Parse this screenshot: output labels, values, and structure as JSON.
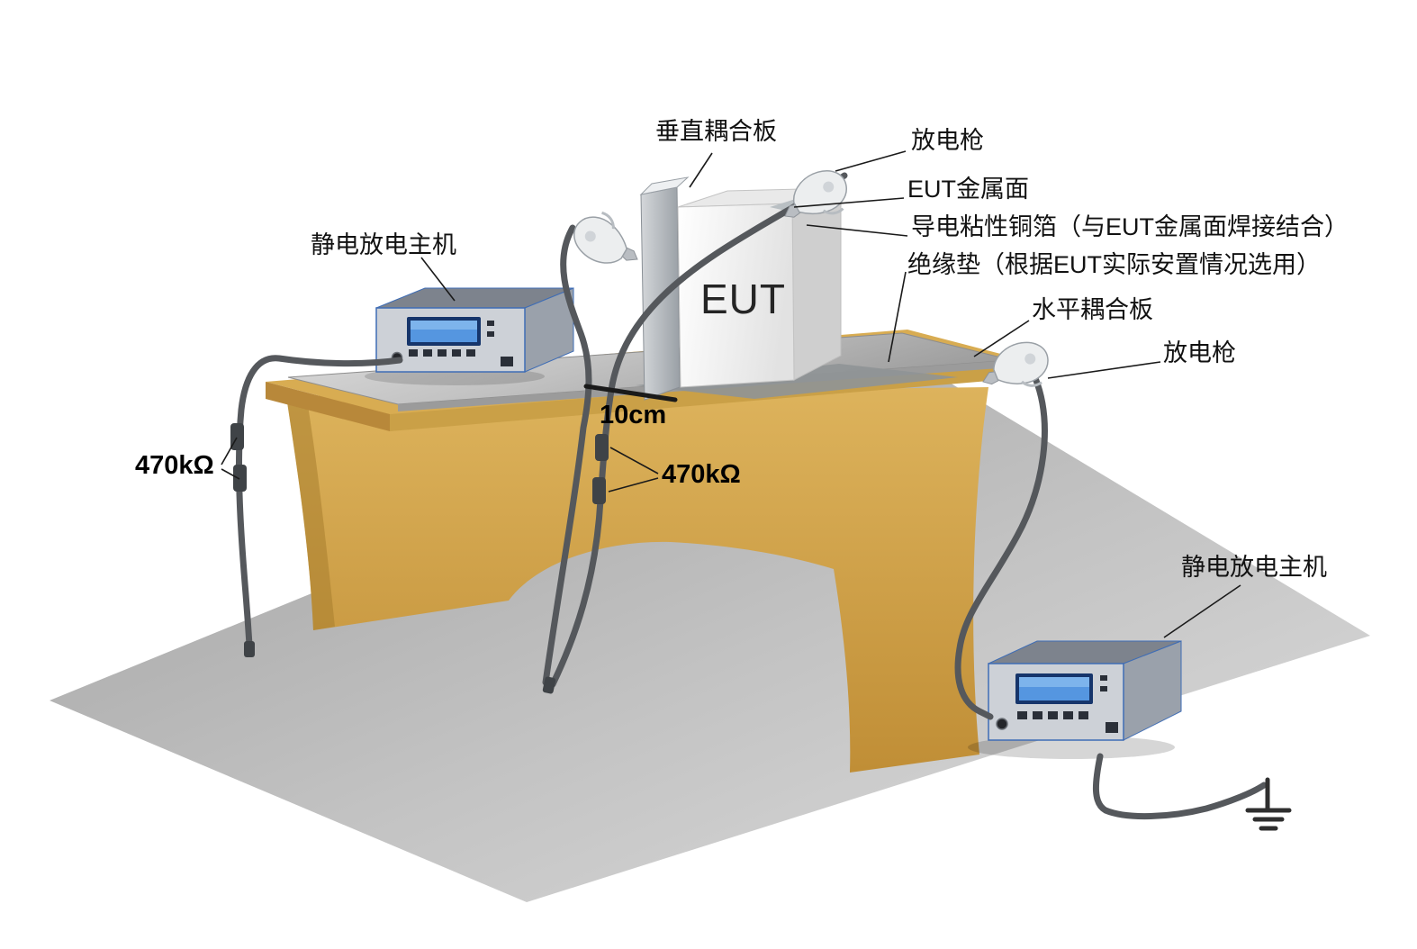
{
  "labels": {
    "vertical_coupling_plate": "垂直耦合板",
    "discharge_gun_top": "放电枪",
    "eut_metal_surface": "EUT金属面",
    "conductive_copper_foil": "导电粘性铜箔（与EUT金属面焊接结合）",
    "insulation_pad": "绝缘垫（根据EUT实际安置情况选用）",
    "esd_generator_left": "静电放电主机",
    "horizontal_coupling_plate": "水平耦合板",
    "discharge_gun_right": "放电枪",
    "resistor_left": "470kΩ",
    "resistor_center": "470kΩ",
    "distance": "10cm",
    "esd_generator_right": "静电放电主机",
    "eut": "EUT"
  },
  "colors": {
    "table_wood": "#D8AC52",
    "table_wood_dark": "#BE8E38",
    "floor_gray": "#BDBDBD",
    "coupling_plate_silver": "#C6C9CB",
    "insulation_pad_gray": "#8F9496",
    "cable_gray": "#55585C",
    "display_blue": "#4A90D9",
    "device_edge_blue": "#3F6DB5"
  }
}
